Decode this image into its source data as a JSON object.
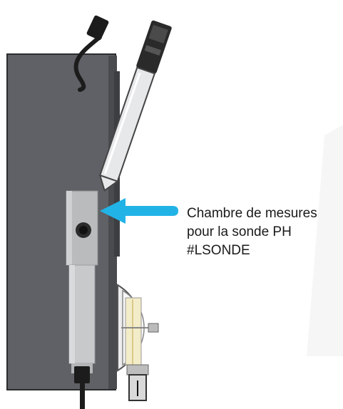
{
  "callout": {
    "line1": "Chambre de mesures",
    "line2": "pour la sonde PH",
    "line3": "#LSONDE"
  },
  "colors": {
    "cabinet": "#5f6166",
    "cabinet_edge": "#2b2c2e",
    "chamber": "#b9bbbd",
    "arrow": "#22b3e6",
    "cable": "#1c1c1c"
  },
  "icons": [
    "arrow-right-to-left",
    "probe-connector",
    "sensor-port"
  ]
}
